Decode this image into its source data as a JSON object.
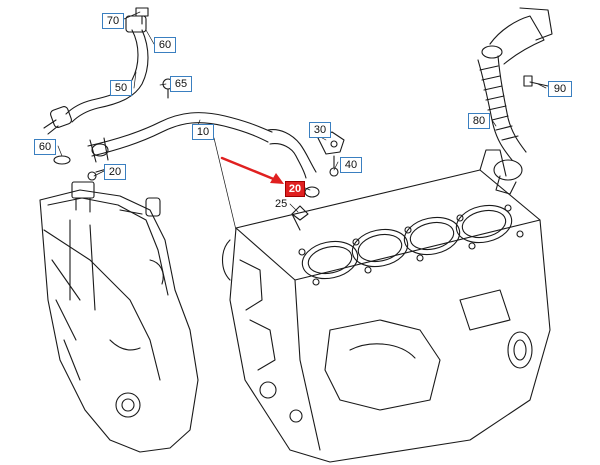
{
  "diagram": {
    "callouts": [
      {
        "id": "70",
        "label": "70",
        "highlight": false
      },
      {
        "id": "60a",
        "label": "60",
        "highlight": false
      },
      {
        "id": "65",
        "label": "65",
        "highlight": false
      },
      {
        "id": "50",
        "label": "50",
        "highlight": false
      },
      {
        "id": "10",
        "label": "10",
        "highlight": false
      },
      {
        "id": "60b",
        "label": "60",
        "highlight": false
      },
      {
        "id": "20a",
        "label": "20",
        "highlight": false
      },
      {
        "id": "30",
        "label": "30",
        "highlight": false
      },
      {
        "id": "40",
        "label": "40",
        "highlight": false
      },
      {
        "id": "20b",
        "label": "20",
        "highlight": true
      },
      {
        "id": "25",
        "label": "25",
        "highlight": false
      },
      {
        "id": "90",
        "label": "90",
        "highlight": false
      },
      {
        "id": "80",
        "label": "80",
        "highlight": false
      }
    ],
    "highlight_color": "#e02020",
    "arrow_color": "#e02020",
    "label_border_color": "#3a7fc0"
  }
}
